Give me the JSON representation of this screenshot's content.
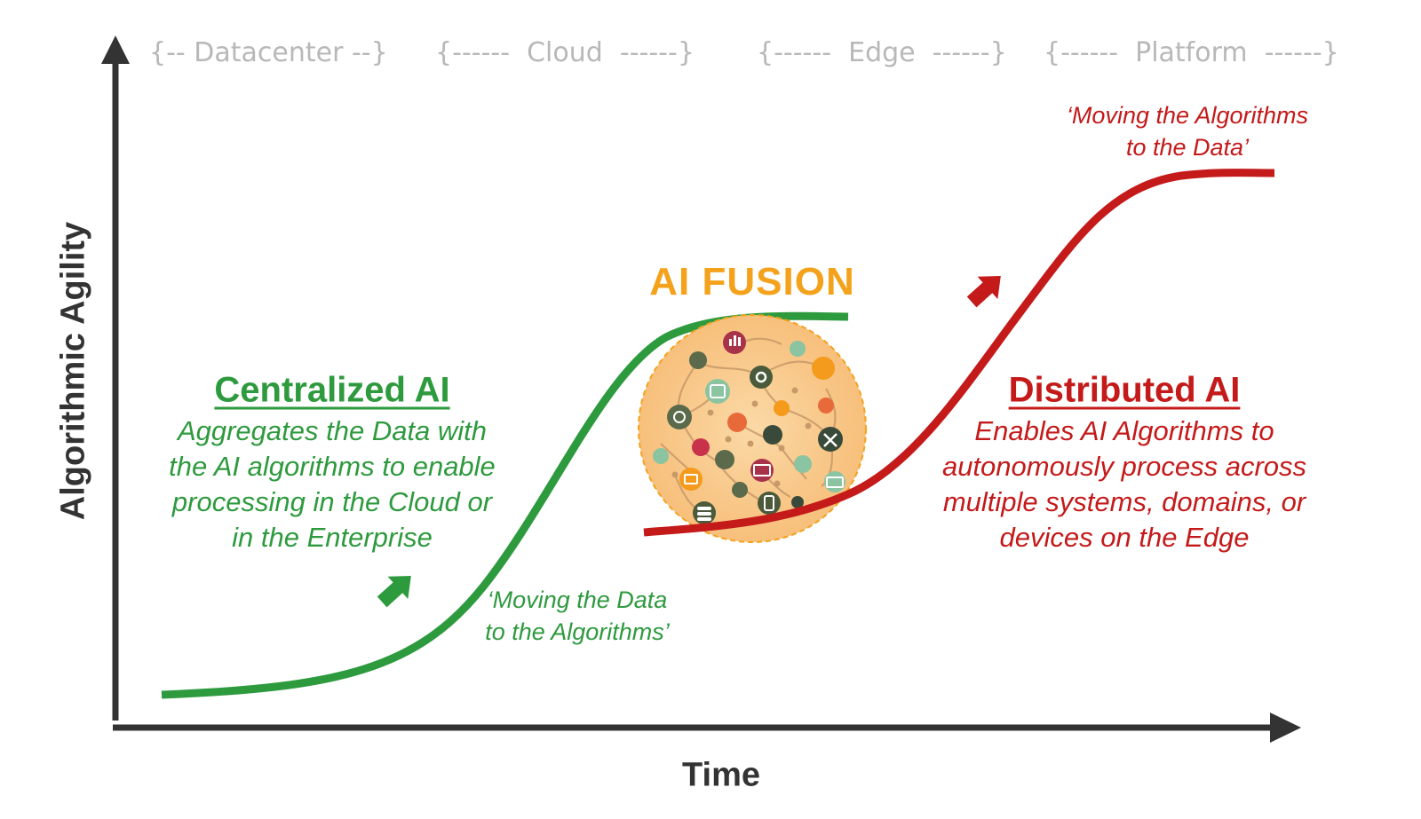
{
  "eras": [
    "{-- Datacenter --}",
    "{------  Cloud  ------}",
    "{------  Edge  ------}",
    "{------  Platform  ------}"
  ],
  "axes": {
    "y_label": "Algorithmic Agility",
    "x_label": "Time"
  },
  "centralized": {
    "title": "Centralized AI",
    "description": [
      "Aggregates the Data with",
      "the AI algorithms to enable",
      "processing in the Cloud or",
      "in the Enterprise"
    ],
    "quote": [
      "‘Moving the Data",
      "to the Algorithms’"
    ],
    "color": "#2e9a3e"
  },
  "fusion": {
    "title": "AI FUSION",
    "color": "#f4a21c",
    "circle_color": "#f9c98a"
  },
  "distributed": {
    "title": "Distributed AI",
    "description": [
      "Enables AI Algorithms to",
      "autonomously process across",
      "multiple systems, domains, or",
      "devices on the Edge"
    ],
    "quote": [
      "‘Moving the Algorithms",
      "to the Data’"
    ],
    "color": "#c41a1a"
  },
  "icons": [
    "chart-icon",
    "gear-icon",
    "database-icon",
    "phone-icon",
    "cloud-icon",
    "wifi-icon",
    "tools-icon",
    "server-icon",
    "globe-icon",
    "laptop-icon",
    "chip-icon",
    "tablet-icon"
  ]
}
